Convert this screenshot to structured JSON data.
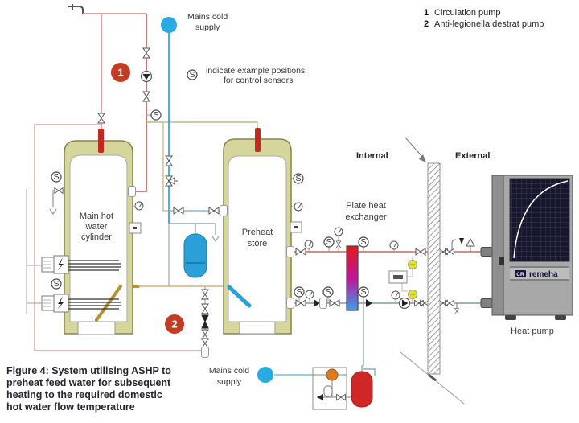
{
  "legend": {
    "items": [
      {
        "num": "1",
        "label": "Circulation pump"
      },
      {
        "num": "2",
        "label": "Anti-legionella destrat pump"
      }
    ]
  },
  "notes": {
    "mains_cold_top": {
      "line1": "Mains cold",
      "line2": "supply"
    },
    "sensor_note": {
      "line1": "indicate example positions",
      "line2": "for control sensors"
    },
    "mains_cold_bottom": {
      "line1": "Mains cold",
      "line2": "supply"
    }
  },
  "zones": {
    "internal": "Internal",
    "external": "External"
  },
  "equipment": {
    "main_cylinder": {
      "line1": "Main hot",
      "line2": "water",
      "line3": "cylinder"
    },
    "preheat_store": {
      "line1": "Preheat",
      "line2": "store"
    },
    "plate_hx": {
      "line1": "Plate heat",
      "line2": "exchanger"
    },
    "heat_pump_label": "Heat pump",
    "brand": {
      "mark": "CR",
      "name": "remeha"
    }
  },
  "markers": {
    "pump1": "1",
    "pump2": "2"
  },
  "sym": {
    "s": "S"
  },
  "caption": {
    "line1": "Figure 4: System utilising ASHP to",
    "line2": "preheat feed water for subsequent",
    "line3": "heating to the required domestic",
    "line4": "hot water flow temperature"
  },
  "colors": {
    "mains_blue": "#29abe2",
    "hot_pipe_red": "#b35c5c",
    "warm_pipe_pink": "#cf8f8f",
    "destrat_pink": "#dca0a0",
    "tan_pipe": "#c9b38d",
    "tank_insulation": "#d6d59b",
    "tank_border": "#85854a",
    "marker_red": "#c23b22",
    "vent_yellow": "#e8e414",
    "prv_orange": "#e07a20",
    "vessel_red": "#cf2626",
    "vessel_blue": "#2a9fd8",
    "coil_gold": "#b8902f"
  }
}
